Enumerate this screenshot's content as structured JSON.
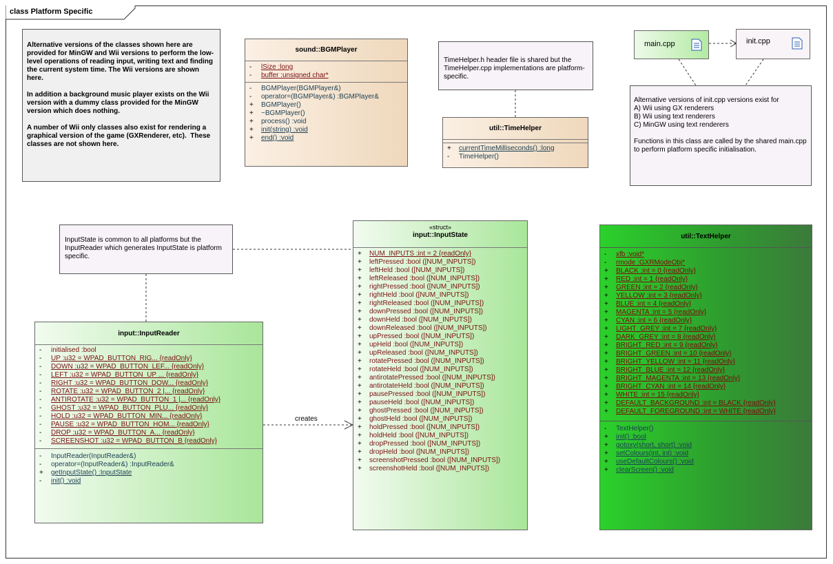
{
  "frame": {
    "title": "class Platform Specific"
  },
  "notes": {
    "alternative": "Alternative versions of the classes shown here are provided for MinGW and Wii versions to perform the low-level operations of reading input, writing text and finding the current system time. The Wii versions are shown here.\n\nIn addition a background music player exists on the Wii version with a dummy class provided for the MinGW version which does nothing.\n\nA number of Wii only classes also exist for rendering a graphical version of the game (GXRenderer, etc).  These classes are not shown here.",
    "timehelper": "TimeHelper.h header file is shared but the TimeHelper.cpp implementations are platform-specific.",
    "init": "Alternative versions of init.cpp versions exist for\nA) Wii using GX renderers\nB) Wii using text renderers\nC) MinGW using text renderers\n\nFunctions in this class are called by the shared main.cpp to perform platform specific initialisation.",
    "inputstate": "InputState is common to all platforms but the InputReader which generates InputState is platform specific."
  },
  "files": {
    "main": "main.cpp",
    "init": "init.cpp"
  },
  "connector": {
    "creates": "creates"
  },
  "colors": {
    "tan": "#efd8bc",
    "light_green": "#a9e69a",
    "dark_green": "#2f9a2f",
    "attribute": "#7a1010",
    "operation": "#1a3e53"
  },
  "classes": {
    "bgm": {
      "name": "sound::BGMPlayer",
      "attrs": [
        {
          "v": "-",
          "t": "lSize  :long"
        },
        {
          "v": "-",
          "t": "buffer  :unsigned char*"
        }
      ],
      "ops": [
        {
          "v": "-",
          "t": "BGMPlayer(BGMPlayer&)"
        },
        {
          "v": "-",
          "t": "operator=(BGMPlayer&)  :BGMPlayer&"
        },
        {
          "v": "+",
          "t": "BGMPlayer()"
        },
        {
          "v": "+",
          "t": "~BGMPlayer()"
        },
        {
          "v": "+",
          "t": "process()  :void"
        },
        {
          "v": "+",
          "t": "init(string)  :void"
        },
        {
          "v": "+",
          "t": "end()  :void"
        }
      ]
    },
    "timehelper": {
      "name": "util::TimeHelper",
      "attrs": [],
      "ops": [
        {
          "v": "+",
          "t": "currentTimeMilliseconds()  :long"
        },
        {
          "v": "-",
          "t": "TimeHelper()"
        }
      ]
    },
    "reader": {
      "name": "input::InputReader",
      "attrs": [
        {
          "v": "-",
          "t": "initialised  :bool"
        },
        {
          "v": "-",
          "t": "UP  :u32 = WPAD_BUTTON_RIG... {readOnly}"
        },
        {
          "v": "-",
          "t": "DOWN  :u32 = WPAD_BUTTON_LEF... {readOnly}"
        },
        {
          "v": "-",
          "t": "LEFT  :u32 = WPAD_BUTTON_UP ... {readOnly}"
        },
        {
          "v": "-",
          "t": "RIGHT  :u32 = WPAD_BUTTON_DOW... {readOnly}"
        },
        {
          "v": "-",
          "t": "ROTATE  :u32 = WPAD_BUTTON_2 |... {readOnly}"
        },
        {
          "v": "-",
          "t": "ANTIROTATE  :u32 = WPAD_BUTTON_1 |... {readOnly}"
        },
        {
          "v": "-",
          "t": "GHOST  :u32 = WPAD_BUTTON_PLU... {readOnly}"
        },
        {
          "v": "-",
          "t": "HOLD  :u32 = WPAD_BUTTON_MIN... {readOnly}"
        },
        {
          "v": "-",
          "t": "PAUSE  :u32 = WPAD_BUTTON_HOM... {readOnly}"
        },
        {
          "v": "-",
          "t": "DROP  :u32 = WPAD_BUTTON_A... {readOnly}"
        },
        {
          "v": "-",
          "t": "SCREENSHOT  :u32 = WPAD_BUTTON_B {readOnly}"
        }
      ],
      "ops": [
        {
          "v": "-",
          "t": "InputReader(InputReader&)"
        },
        {
          "v": "-",
          "t": "operator=(InputReader&)  :InputReader&"
        },
        {
          "v": "+",
          "t": "getInputState()  :InputState"
        },
        {
          "v": "-",
          "t": "init()  :void"
        }
      ]
    },
    "state": {
      "stereotype": "«struct»",
      "name": "input::InputState",
      "attrs": [
        {
          "v": "+",
          "t": "NUM_INPUTS  :int = 2 {readOnly}"
        },
        {
          "v": "+",
          "t": "leftPressed  :bool ([NUM_INPUTS])"
        },
        {
          "v": "+",
          "t": "leftHeld  :bool ([NUM_INPUTS])"
        },
        {
          "v": "+",
          "t": "leftReleased  :bool ([NUM_INPUTS])"
        },
        {
          "v": "+",
          "t": "rightPressed  :bool ([NUM_INPUTS])"
        },
        {
          "v": "+",
          "t": "rightHeld  :bool ([NUM_INPUTS])"
        },
        {
          "v": "+",
          "t": "rightReleased  :bool ([NUM_INPUTS])"
        },
        {
          "v": "+",
          "t": "downPressed  :bool ([NUM_INPUTS])"
        },
        {
          "v": "+",
          "t": "downHeld  :bool ([NUM_INPUTS])"
        },
        {
          "v": "+",
          "t": "downReleased  :bool ([NUM_INPUTS])"
        },
        {
          "v": "+",
          "t": "upPressed  :bool ([NUM_INPUTS])"
        },
        {
          "v": "+",
          "t": "upHeld  :bool ([NUM_INPUTS])"
        },
        {
          "v": "+",
          "t": "upReleased  :bool ([NUM_INPUTS])"
        },
        {
          "v": "+",
          "t": "rotatePressed  :bool ([NUM_INPUTS])"
        },
        {
          "v": "+",
          "t": "rotateHeld  :bool ([NUM_INPUTS])"
        },
        {
          "v": "+",
          "t": "antirotatePressed  :bool ([NUM_INPUTS])"
        },
        {
          "v": "+",
          "t": "antirotateHeld  :bool ([NUM_INPUTS])"
        },
        {
          "v": "+",
          "t": "pausePressed  :bool ([NUM_INPUTS])"
        },
        {
          "v": "+",
          "t": "pauseHeld  :bool ([NUM_INPUTS])"
        },
        {
          "v": "+",
          "t": "ghostPressed  :bool ([NUM_INPUTS])"
        },
        {
          "v": "+",
          "t": "ghostHeld  :bool ([NUM_INPUTS])"
        },
        {
          "v": "+",
          "t": "holdPressed  :bool ([NUM_INPUTS])"
        },
        {
          "v": "+",
          "t": "holdHeld  :bool ([NUM_INPUTS])"
        },
        {
          "v": "+",
          "t": "dropPressed  :bool ([NUM_INPUTS])"
        },
        {
          "v": "+",
          "t": "dropHeld  :bool ([NUM_INPUTS])"
        },
        {
          "v": "+",
          "t": "screenshotPressed  :bool ([NUM_INPUTS])"
        },
        {
          "v": "+",
          "t": "screenshotHeld  :bool ([NUM_INPUTS])"
        }
      ],
      "ops": []
    },
    "text": {
      "name": "util::TextHelper",
      "attrs": [
        {
          "v": "-",
          "t": "xfb  :void*"
        },
        {
          "v": "-",
          "t": "rmode  :GXRModeObj*"
        },
        {
          "v": "+",
          "t": "BLACK  :int = 0 {readOnly}"
        },
        {
          "v": "+",
          "t": "RED  :int = 1 {readOnly}"
        },
        {
          "v": "+",
          "t": "GREEN  :int = 2 {readOnly}"
        },
        {
          "v": "+",
          "t": "YELLOW  :int = 3 {readOnly}"
        },
        {
          "v": "+",
          "t": "BLUE  :int = 4 {readOnly}"
        },
        {
          "v": "+",
          "t": "MAGENTA  :int = 5 {readOnly}"
        },
        {
          "v": "+",
          "t": "CYAN  :int = 6 {readOnly}"
        },
        {
          "v": "+",
          "t": "LIGHT_GREY  :int = 7 {readOnly}"
        },
        {
          "v": "+",
          "t": "DARK_GREY  :int = 8 {readOnly}"
        },
        {
          "v": "+",
          "t": "BRIGHT_RED  :int = 9 {readOnly}"
        },
        {
          "v": "+",
          "t": "BRIGHT_GREEN  :int = 10 {readOnly}"
        },
        {
          "v": "+",
          "t": "BRIGHT_YELLOW  :int = 11 {readOnly}"
        },
        {
          "v": "+",
          "t": "BRIGHT_BLUE  :int = 12 {readOnly}"
        },
        {
          "v": "+",
          "t": "BRIGHT_MAGENTA  :int = 13 {readOnly}"
        },
        {
          "v": "+",
          "t": "BRIGHT_CYAN  :int = 14 {readOnly}"
        },
        {
          "v": "+",
          "t": "WHITE  :int = 15 {readOnly}"
        },
        {
          "v": "+",
          "t": "DEFAULT_BACKGROUND  :int = BLACK {readOnly}"
        },
        {
          "v": "+",
          "t": "DEFAULT_FOREGROUND  :int = WHITE {readOnly}"
        }
      ],
      "ops": [
        {
          "v": "-",
          "t": "TextHelper()"
        },
        {
          "v": "+",
          "t": "init()  :bool"
        },
        {
          "v": "+",
          "t": "gotoxy(short, short)  :void"
        },
        {
          "v": "+",
          "t": "setColours(int, int)  :void"
        },
        {
          "v": "+",
          "t": "useDefaultColours()  :void"
        },
        {
          "v": "+",
          "t": "clearScreen()  :void"
        }
      ]
    }
  }
}
